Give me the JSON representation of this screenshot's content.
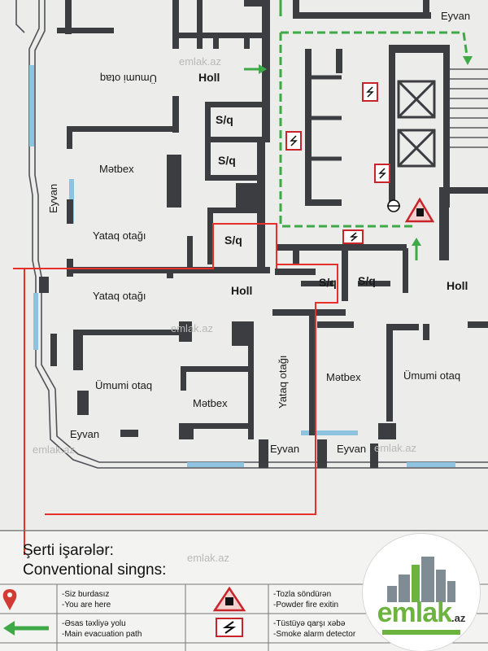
{
  "rooms": {
    "eyvan_top": "Eyvan",
    "umumi_otaq_top": "Ümumi otaq",
    "holl_top": "Holl",
    "sq_1": "S/q",
    "sq_2": "S/q",
    "metbex_left": "Mətbex",
    "eyvan_left": "Eyvan",
    "yataq_otagi_1": "Yataq otağı",
    "sq_3": "S/q",
    "sq_4": "S/q",
    "sq_5": "S/q",
    "holl_right": "Holl",
    "yataq_otagi_2": "Yataq otağı",
    "holl_center": "Holl",
    "umumi_otaq_left": "Ümumi otaq",
    "metbex_center": "Mətbex",
    "yataq_otagi_vertical": "Yataq otağı",
    "metbex_right": "Mətbex",
    "umumi_otaq_right": "Ümumi otaq",
    "eyvan_bottom_left": "Eyvan",
    "eyvan_bottom_1": "Eyvan",
    "eyvan_bottom_2": "Eyvan"
  },
  "watermark": {
    "text": "emlak.az"
  },
  "legend": {
    "heading_az": "Şerti işarələr:",
    "heading_en": "Conventional singns:",
    "items": [
      {
        "icon": "location-pin-icon",
        "az": "-Siz burdasız",
        "en": "-You are here"
      },
      {
        "icon": "powder-extinguisher-icon",
        "az": "-Tozla söndürən",
        "en": "-Powder fire exitin"
      },
      {
        "icon": "evacuation-arrow-icon",
        "az": "-Əsas təxliyə yolu",
        "en": "-Main evacuation path"
      },
      {
        "icon": "smoke-detector-icon",
        "az": "-Tüstüyə qarşı xəbə",
        "en": "-Smoke alarm detector"
      }
    ]
  },
  "logo": {
    "word": "emlak",
    "domain": ".az"
  },
  "colors": {
    "wall": "#3b3d41",
    "evacuation": "#3daa47",
    "route": "#e8302a",
    "window": "#8ec3df",
    "alarm": "#c8242a",
    "logo_green": "#6cb33f",
    "logo_grey": "#7f8c94"
  }
}
